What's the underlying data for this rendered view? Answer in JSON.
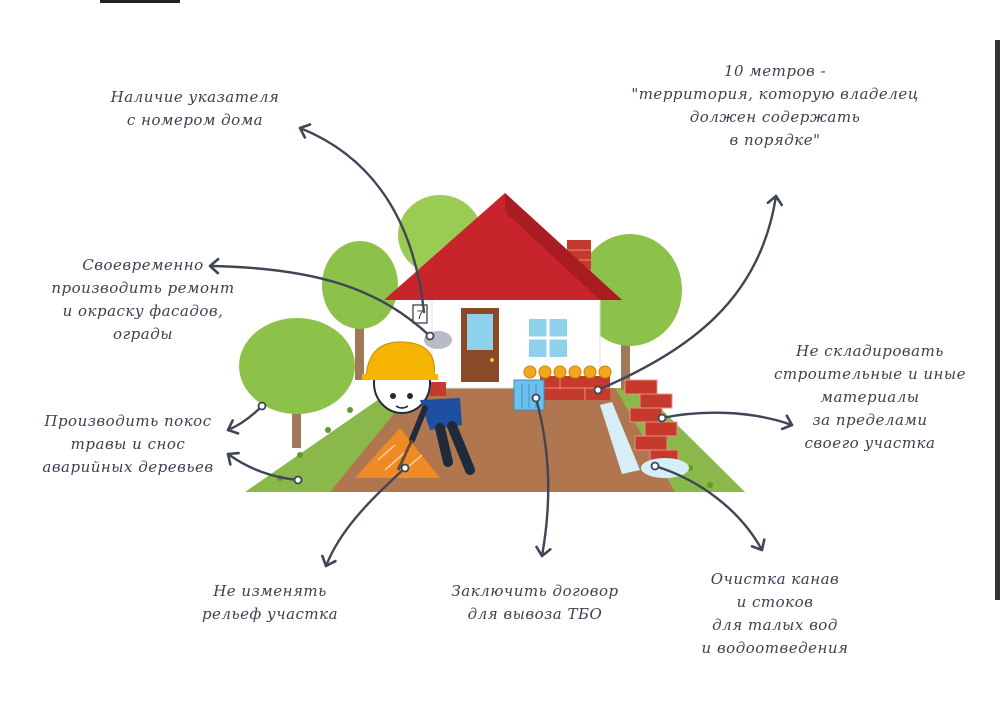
{
  "labels": {
    "house_number_sign": [
      "Наличие указателя",
      "с номером дома"
    ],
    "territory_10m": [
      "10 метров -",
      "\"территория, которую владелец",
      "должен содержать",
      "в порядке\""
    ],
    "facade_repair": [
      "Своевременно",
      "производить ремонт",
      "и окраску фасадов,",
      "ограды"
    ],
    "building_materials": [
      "Не складировать",
      "строительные и иные",
      "материалы",
      "за пределами",
      "своего участка"
    ],
    "grass_trees": [
      "Производить покос",
      "травы и снос",
      "аварийных деревьев"
    ],
    "terrain": [
      "Не изменять",
      "рельеф участка"
    ],
    "waste_contract": [
      "Заключить договор",
      "для вывоза ТБО"
    ],
    "ditches": [
      "Очистка канав",
      "и стоков",
      "для талых вод",
      "и водоотведения"
    ]
  },
  "house_sign_number": "7",
  "colors": {
    "roof": "#c8242c",
    "wall": "#ffffff",
    "brick": "#c63a2e",
    "tree": "#8cc24a",
    "trunk": "#a0785a",
    "grass": "#8ab84a",
    "ground": "#b07650",
    "helmet": "#f5b400",
    "arrow": "#3f4655",
    "text": "#3a4150"
  }
}
